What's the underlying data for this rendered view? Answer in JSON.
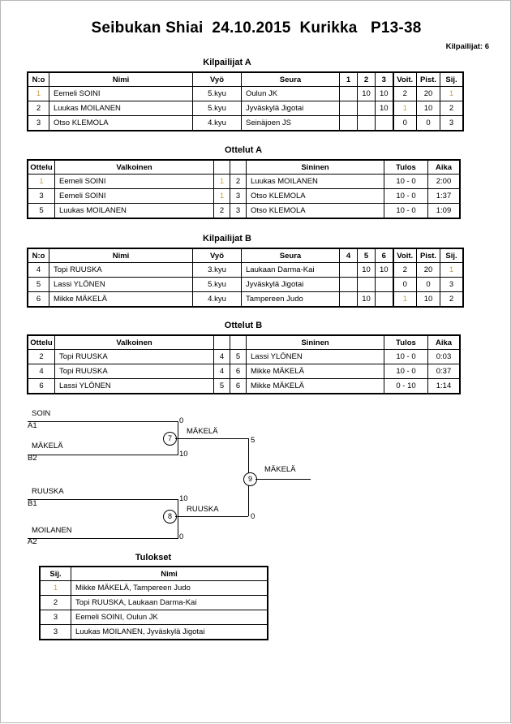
{
  "header": {
    "title": "Seibukan Shiai  24.10.2015  Kurikka   P13-38",
    "competitor_count_label": "Kilpailijat: 6"
  },
  "pool_a": {
    "caption": "Kilpailijat A",
    "columns": [
      "N:o",
      "Nimi",
      "Vyö",
      "Seura",
      "1",
      "2",
      "3",
      "Voit.",
      "Pist.",
      "Sij."
    ],
    "rows": [
      {
        "no": "1",
        "name": "Eemeli SOINI",
        "belt": "5.kyu",
        "club": "Oulun JK",
        "m1": "",
        "m2": "10",
        "m3": "10",
        "wins": "2",
        "points": "20",
        "rank": "1"
      },
      {
        "no": "2",
        "name": "Luukas MOILANEN",
        "belt": "5.kyu",
        "club": "Jyväskylä Jigotai",
        "m1": "",
        "m2": "",
        "m3": "10",
        "wins": "1",
        "points": "10",
        "rank": "2"
      },
      {
        "no": "3",
        "name": "Otso KLEMOLA",
        "belt": "4.kyu",
        "club": "Seinäjoen JS",
        "m1": "",
        "m2": "",
        "m3": "",
        "wins": "0",
        "points": "0",
        "rank": "3"
      }
    ]
  },
  "matches_a": {
    "caption": "Ottelut A",
    "columns": [
      "Ottelu",
      "Valkoinen",
      "",
      "",
      "Sininen",
      "Tulos",
      "Aika"
    ],
    "rows": [
      {
        "match": "1",
        "white": "Eemeli SOINI",
        "white_no": "1",
        "blue_no": "2",
        "blue": "Luukas MOILANEN",
        "result": "10 - 0",
        "time": "2:00"
      },
      {
        "match": "3",
        "white": "Eemeli SOINI",
        "white_no": "1",
        "blue_no": "3",
        "blue": "Otso KLEMOLA",
        "result": "10 - 0",
        "time": "1:37"
      },
      {
        "match": "5",
        "white": "Luukas MOILANEN",
        "white_no": "2",
        "blue_no": "3",
        "blue": "Otso KLEMOLA",
        "result": "10 - 0",
        "time": "1:09"
      }
    ]
  },
  "pool_b": {
    "caption": "Kilpailijat B",
    "columns": [
      "N:o",
      "Nimi",
      "Vyö",
      "Seura",
      "4",
      "5",
      "6",
      "Voit.",
      "Pist.",
      "Sij."
    ],
    "rows": [
      {
        "no": "4",
        "name": "Topi RUUSKA",
        "belt": "3.kyu",
        "club": "Laukaan Darma-Kai",
        "m1": "",
        "m2": "10",
        "m3": "10",
        "wins": "2",
        "points": "20",
        "rank": "1"
      },
      {
        "no": "5",
        "name": "Lassi YLÖNEN",
        "belt": "5.kyu",
        "club": "Jyväskylä Jigotai",
        "m1": "",
        "m2": "",
        "m3": "",
        "wins": "0",
        "points": "0",
        "rank": "3"
      },
      {
        "no": "6",
        "name": "Mikke MÄKELÄ",
        "belt": "4.kyu",
        "club": "Tampereen Judo",
        "m1": "",
        "m2": "10",
        "m3": "",
        "wins": "1",
        "points": "10",
        "rank": "2"
      }
    ]
  },
  "matches_b": {
    "caption": "Ottelut B",
    "columns": [
      "Ottelu",
      "Valkoinen",
      "",
      "",
      "Sininen",
      "Tulos",
      "Aika"
    ],
    "rows": [
      {
        "match": "2",
        "white": "Topi RUUSKA",
        "white_no": "4",
        "blue_no": "5",
        "blue": "Lassi YLÖNEN",
        "result": "10 - 0",
        "time": "0:03"
      },
      {
        "match": "4",
        "white": "Topi RUUSKA",
        "white_no": "4",
        "blue_no": "6",
        "blue": "Mikke MÄKELÄ",
        "result": "10 - 0",
        "time": "0:37"
      },
      {
        "match": "6",
        "white": "Lassi YLÖNEN",
        "white_no": "5",
        "blue_no": "6",
        "blue": "Mikke MÄKELÄ",
        "result": "0 - 10",
        "time": "1:14"
      }
    ]
  },
  "bracket": {
    "entries": [
      {
        "name": "SOIN",
        "seed": "A1",
        "score": "0"
      },
      {
        "name": "MÄKELÄ",
        "seed": "B2",
        "score": "10"
      },
      {
        "name": "RUUSKA",
        "seed": "B1",
        "score": "10"
      },
      {
        "name": "MOILANEN",
        "seed": "A2",
        "score": "0"
      }
    ],
    "semifinals": [
      {
        "node": "7",
        "winner": "MÄKELÄ",
        "score": "5"
      },
      {
        "node": "8",
        "winner": "RUUSKA",
        "score": "0"
      }
    ],
    "final": {
      "node": "9",
      "winner": "MÄKELÄ"
    }
  },
  "results": {
    "caption": "Tulokset",
    "columns": [
      "Sij.",
      "Nimi"
    ],
    "rows": [
      {
        "rank": "1",
        "name": "Mikke MÄKELÄ, Tampereen Judo"
      },
      {
        "rank": "2",
        "name": "Topi RUUSKA, Laukaan Darma-Kai"
      },
      {
        "rank": "3",
        "name": "Eemeli SOINI, Oulun JK"
      },
      {
        "rank": "3",
        "name": "Luukas MOILANEN, Jyväskylä Jigotai"
      }
    ]
  }
}
